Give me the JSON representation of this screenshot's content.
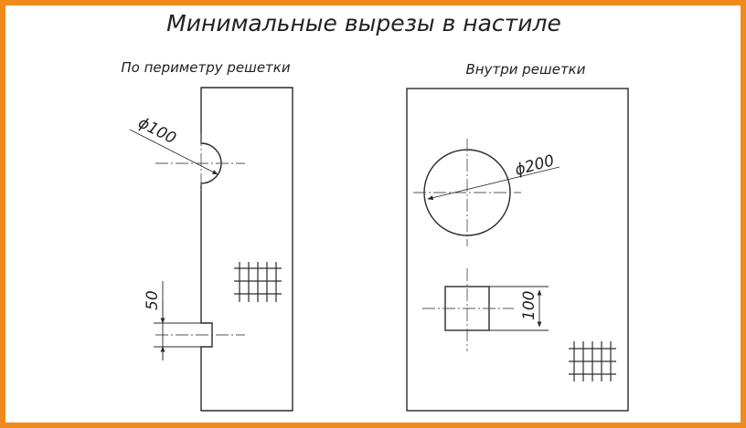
{
  "title": "Минимальные вырезы в настиле",
  "left_panel": {
    "caption": "По периметру решетки",
    "round_cut_label": "ϕ100",
    "rect_cut_label": "50"
  },
  "right_panel": {
    "caption": "Внутри решетки",
    "round_cut_label": "ϕ200",
    "square_cut_label": "100"
  },
  "colors": {
    "frame_border": "#f08a1c",
    "ink": "#2a2a2a"
  }
}
